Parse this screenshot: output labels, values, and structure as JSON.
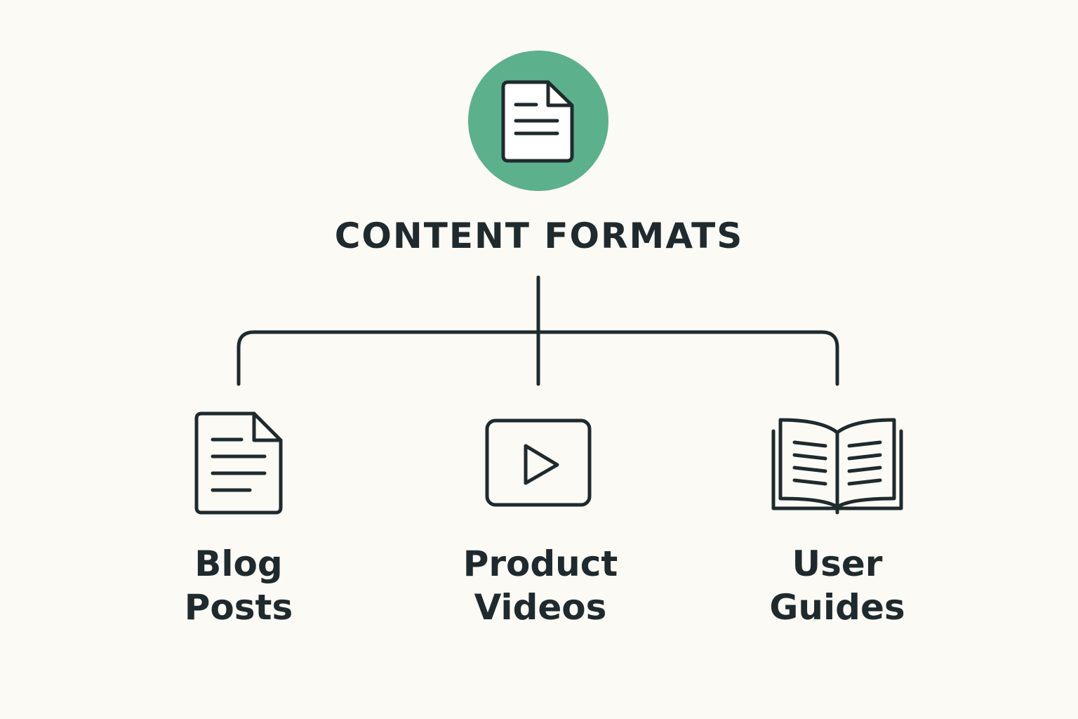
{
  "diagram": {
    "root": {
      "title": "CONTENT FORMATS",
      "icon": "document-icon",
      "accent_color": "#5db08c"
    },
    "children": [
      {
        "line1": "Blog",
        "line2": "Posts",
        "icon": "document-icon"
      },
      {
        "line1": "Product",
        "line2": "Videos",
        "icon": "video-play-icon"
      },
      {
        "line1": "User",
        "line2": "Guides",
        "icon": "open-book-icon"
      }
    ],
    "colors": {
      "background": "#fcfaf5",
      "stroke": "#1f2a2e",
      "accent": "#5db08c"
    }
  }
}
